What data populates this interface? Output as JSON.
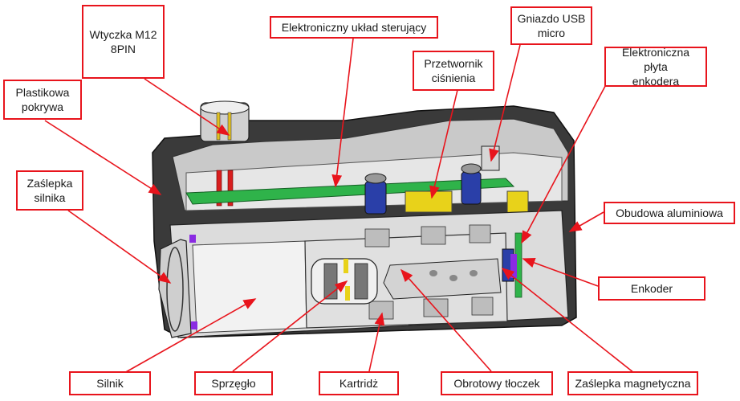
{
  "colors": {
    "callout_border": "#e8141c",
    "leader_line": "#e8141c",
    "pcb_green": "#2fb34a",
    "housing_gray": "#d9d9d9",
    "dark_housing": "#2b2b2b"
  },
  "labels": {
    "plug": "Wtyczka M12\n8PIN",
    "cover": "Plastikowa\npokrywa",
    "motor_cap": "Zaślepka\nsilnika",
    "electronics": "Elektroniczny układ sterujący",
    "pressure": "Przetwornik\nciśnienia",
    "usb": "Gniazdo USB\nmicro",
    "encoder_pcb": "Elektroniczna płyta\nenkodera",
    "aluminium": "Obudowa aluminiowa",
    "encoder": "Enkoder",
    "motor": "Silnik",
    "coupling": "Sprzęgło",
    "cartridge": "Kartridż",
    "piston": "Obrotowy tłoczek",
    "magnetic_cap": "Zaślepka magnetyczna"
  }
}
